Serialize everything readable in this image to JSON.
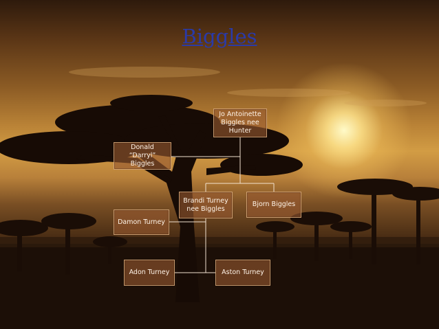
{
  "title": "Biggles",
  "nodes": {
    "jo": "Jo Antoinette Biggles nee Hunter",
    "donald": "Donald “Darryl” Biggles",
    "brandi": "Brandi Turney nee Biggles",
    "bjorn": "Bjorn Biggles",
    "damon": "Damon Turney",
    "adon": "Adon Turney",
    "aston": "Aston Turney"
  }
}
